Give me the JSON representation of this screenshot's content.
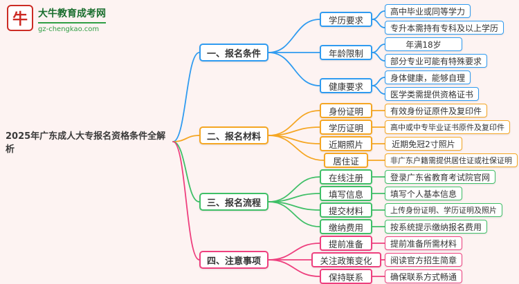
{
  "page": {
    "bg_color": "#fdf3f2"
  },
  "logo": {
    "mark_glyph": "牛",
    "site_name": "大牛教育成考网",
    "site_domain": "gz-chengkao.com",
    "mark_color": "#cc2b24",
    "text_color": "#1a6e2e"
  },
  "mindmap": {
    "root": {
      "label": "2025年广东成人大专报名资格条件全解析"
    },
    "branches": [
      {
        "label": "一、报名条件",
        "color": "#2f9bf0",
        "children": [
          {
            "label": "学历要求",
            "leaves": [
              "高中毕业或同等学力",
              "专升本需持有专科及以上学历"
            ]
          },
          {
            "label": "年龄限制",
            "leaves": [
              "年满18岁",
              "部分专业可能有特殊要求"
            ]
          },
          {
            "label": "健康要求",
            "leaves": [
              "身体健康，能够自理",
              "医学类需提供资格证书"
            ]
          }
        ]
      },
      {
        "label": "二、报名材料",
        "color": "#f5a623",
        "children": [
          {
            "label": "身份证明",
            "leaves": [
              "有效身份证原件及复印件"
            ]
          },
          {
            "label": "学历证明",
            "leaves": [
              "高中或中专毕业证书原件及复印件"
            ]
          },
          {
            "label": "近期照片",
            "leaves": [
              "近期免冠2寸照片"
            ]
          },
          {
            "label": "居住证",
            "leaves": [
              "非广东户籍需提供居住证或社保证明"
            ]
          }
        ]
      },
      {
        "label": "三、报名流程",
        "color": "#3fbf67",
        "children": [
          {
            "label": "在线注册",
            "leaves": [
              "登录广东省教育考试院官网"
            ]
          },
          {
            "label": "填写信息",
            "leaves": [
              "填写个人基本信息"
            ]
          },
          {
            "label": "提交材料",
            "leaves": [
              "上传身份证明、学历证明及照片"
            ]
          },
          {
            "label": "缴纳费用",
            "leaves": [
              "按系统提示缴纳报名费用"
            ]
          }
        ]
      },
      {
        "label": "四、注意事项",
        "color": "#ee3f7e",
        "children": [
          {
            "label": "提前准备",
            "leaves": [
              "提前准备所需材料"
            ]
          },
          {
            "label": "关注政策变化",
            "leaves": [
              "阅读官方招生简章"
            ]
          },
          {
            "label": "保持联系",
            "leaves": [
              "确保联系方式畅通"
            ]
          }
        ]
      }
    ]
  }
}
